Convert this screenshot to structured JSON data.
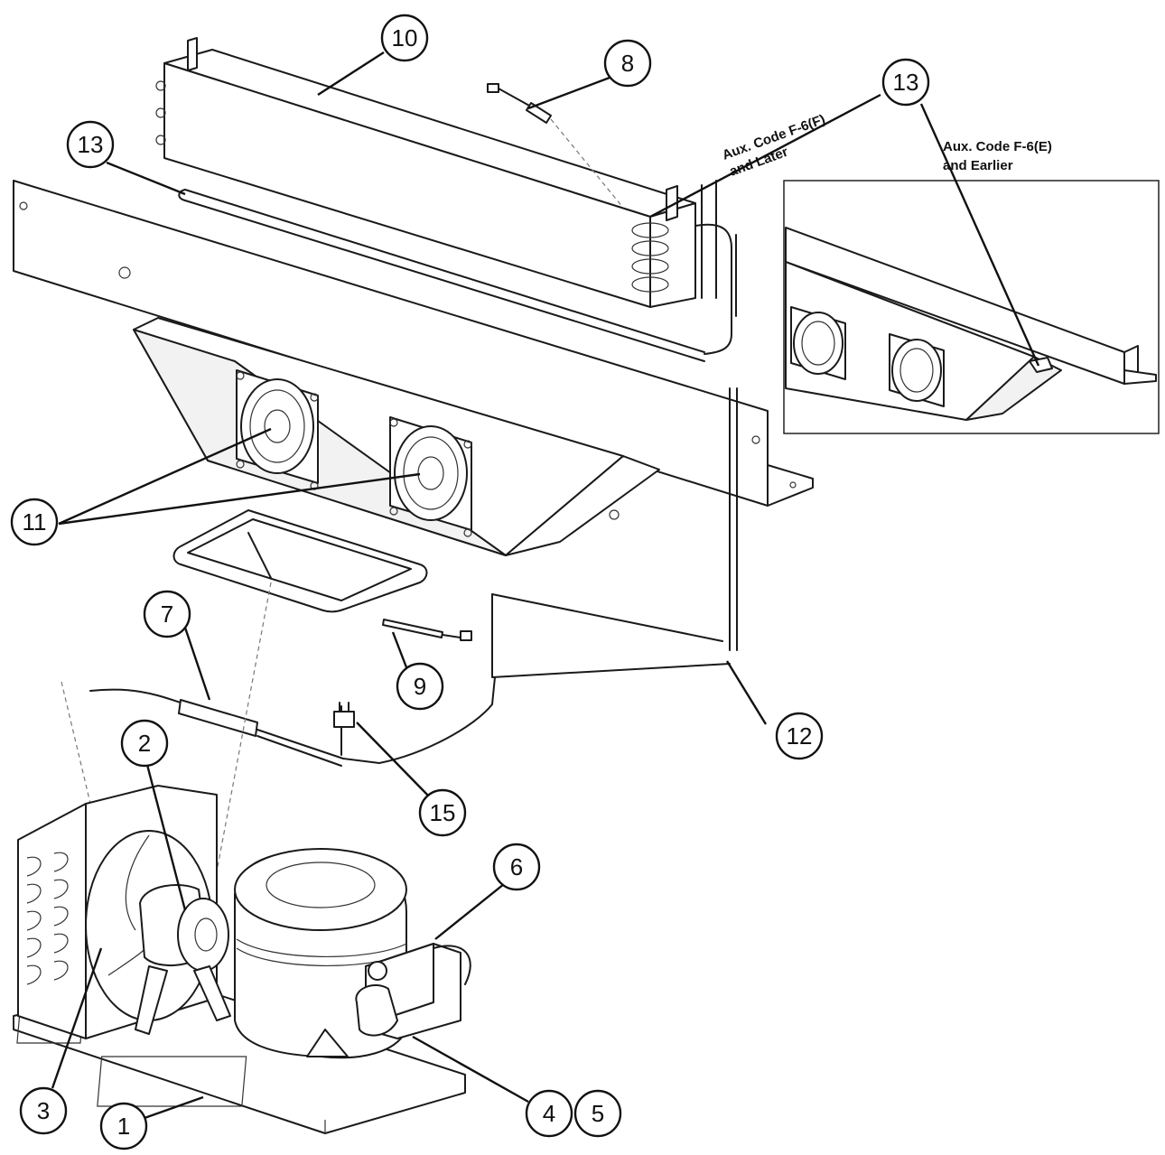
{
  "callouts": {
    "c1": "1",
    "c2": "2",
    "c3": "3",
    "c4": "4",
    "c5": "5",
    "c6": "6",
    "c7": "7",
    "c8": "8",
    "c9": "9",
    "c10": "10",
    "c11": "11",
    "c12": "12",
    "c13_left": "13",
    "c13_right": "13",
    "c15": "15"
  },
  "notes": {
    "aux_f_line1": "Aux. Code F-6(F)",
    "aux_f_line2": "and Later",
    "aux_e_line1": "Aux. Code F-6(E)",
    "aux_e_line2": "and Earlier"
  }
}
